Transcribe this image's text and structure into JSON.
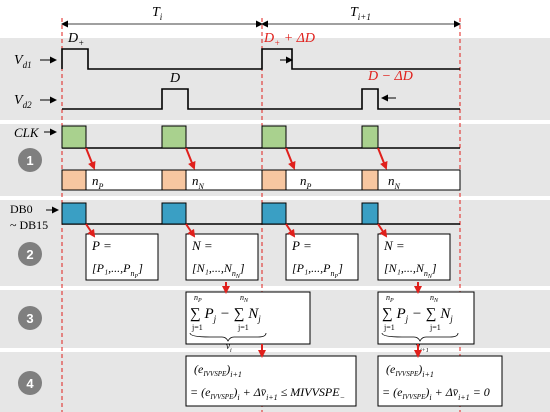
{
  "period_labels": {
    "t_i": "T",
    "t_i_sub": "i",
    "t_next": "T",
    "t_next_sub": "i+1"
  },
  "signals": {
    "vd1": "V",
    "vd1_sub": "d1",
    "vd2": "V",
    "vd2_sub": "d2",
    "clk": "CLK",
    "db0": "DB0",
    "db15": "~ DB15"
  },
  "duty_labels": {
    "d_plus": "D",
    "d_plus_sub": "+",
    "d_center": "D",
    "d_plus_delta": "D",
    "d_plus_delta_sub": "+",
    "d_plus_delta_tail": " + ΔD",
    "d_minus_delta": "D  − ΔD"
  },
  "steps": [
    "1",
    "2",
    "3",
    "4"
  ],
  "counters": {
    "n_p": "n",
    "n_p_sub": "P",
    "n_n": "n",
    "n_n_sub": "N"
  },
  "arrays": {
    "p_eq": "P =",
    "p_vals": "[P₁,...,P",
    "p_vals_sub": "n",
    "p_vals_subsub": "P",
    "n_eq": "N =",
    "n_vals": "[N₁,...,N",
    "n_vals_sub": "n",
    "n_vals_subsub": "N"
  },
  "sum_box": {
    "upper_p": "n",
    "upper_p_sub": "P",
    "upper_n": "n",
    "upper_n_sub": "N",
    "body": "∑ P",
    "body_j": "j",
    "minus": " − ∑ N",
    "lower": "j=1",
    "vbar_i": "v̄",
    "vbar_i_sub": "i",
    "vbar_next_sub": "i+1"
  },
  "eq_box": {
    "line1": "(e",
    "line1_sub": "IVVSPE",
    "line1_tail": ")",
    "line1_tail_sub": "i+1",
    "left_line2": "= (e",
    "left_line2_sub": "IVVSPE",
    "left_line2_mid": ")",
    "left_line2_mid_sub": "i",
    "left_line2_tail": " + Δv̄",
    "left_line2_tail_sub": "i+1",
    "left_line2_end": " ≤ MIVVSPE",
    "left_line2_end_sub": "−",
    "right_line2_tail": " + Δv̄",
    "right_line2_tail_sub": "i+1",
    "right_line2_end": " = 0"
  },
  "colors": {
    "band_bg": "#e6e6e6",
    "clk_fill": "#a9d18e",
    "counter_fill": "#f7c6a0",
    "db_fill": "#3a9fc4",
    "marker_red": "#e0201c",
    "step_circle": "#7f7f7f"
  }
}
